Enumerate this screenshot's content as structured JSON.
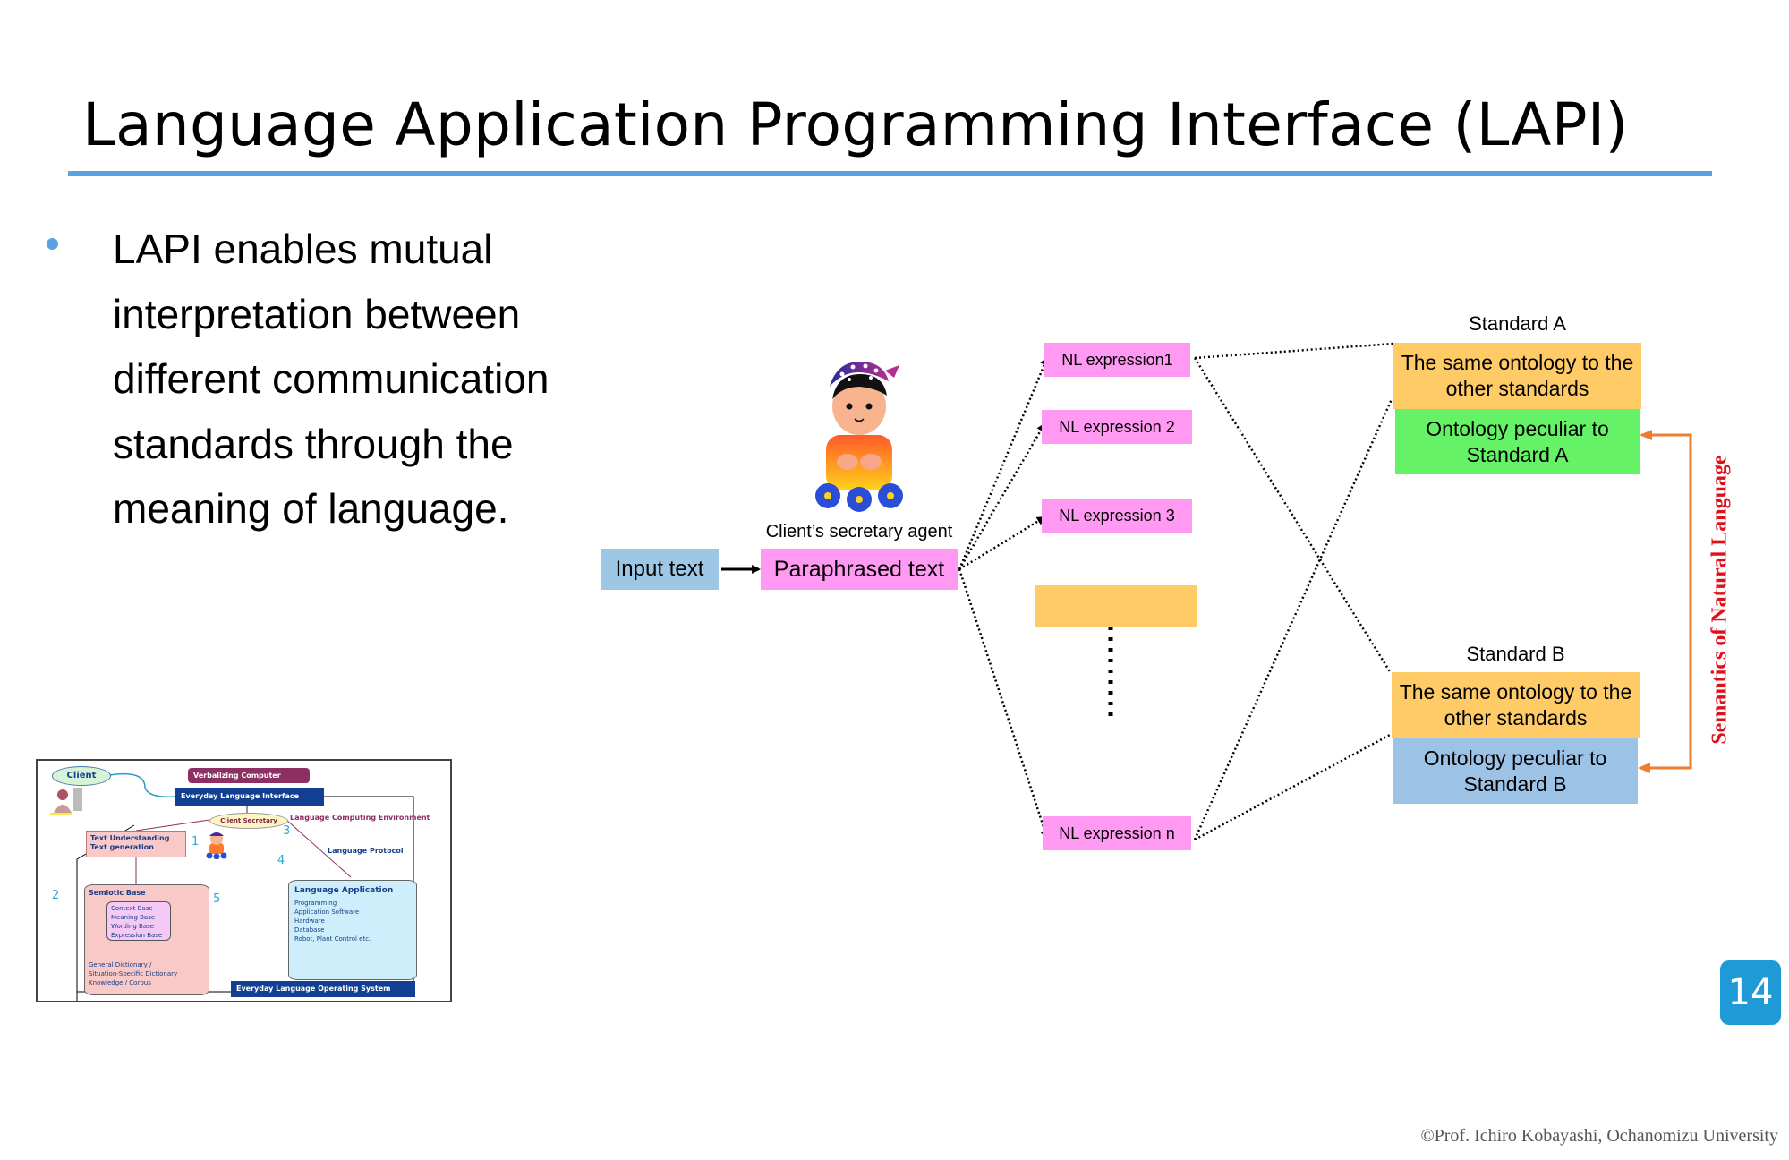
{
  "slide": {
    "title": "Language Application Programming Interface (LAPI)",
    "bullet": "LAPI enables mutual interpretation between different communication standards through the meaning of language.",
    "page_number": "14",
    "copyright": "©Prof. Ichiro Kobayashi, Ochanomizu University",
    "accent_color": "#5ba3e0"
  },
  "diagram": {
    "input_text": "Input text",
    "agent_label": "Client’s secretary agent",
    "paraphrased_text": "Paraphrased text",
    "nl_expressions": [
      "NL expression1",
      "NL expression 2",
      "NL expression 3",
      "NL expression n"
    ],
    "standard_a": {
      "label": "Standard A",
      "same_ontology": "The same ontology to the other standards",
      "peculiar_ontology": "Ontology peculiar to Standard A"
    },
    "standard_b": {
      "label": "Standard B",
      "same_ontology": "The same ontology to the other standards",
      "peculiar_ontology": "Ontology peculiar to Standard B"
    },
    "semantics_label": "Semantics of Natural Language",
    "colors": {
      "input": "#9ec7e6",
      "paraphrased": "#ff99f2",
      "nl": "#ff99f2",
      "same_ontology": "#ffcb66",
      "peculiar_a": "#66f266",
      "peculiar_b": "#9cc2e6",
      "bracket": "#ed7d31",
      "semantics_text": "#e0101a"
    }
  },
  "inset": {
    "client": "Client",
    "verbalizing_computer": "Verbalizing Computer",
    "everyday_language_interface": "Everyday Language Interface",
    "client_secretary": "Client Secretary",
    "language_computing_environment": "Language Computing Environment",
    "text_understanding": "Text Understanding",
    "text_generation": "Text generation",
    "numbers": [
      "1",
      "2",
      "3",
      "4",
      "5"
    ],
    "language_protocol": "Language Protocol",
    "semiotic_base": {
      "title": "Semiotic Base",
      "inner": [
        "Context Base",
        "Meaning Base",
        "Wording Base",
        "Expression Base"
      ],
      "extra": [
        "General Dictionary /",
        "Situation-Specific Dictionary",
        "Knowledge / Corpus"
      ]
    },
    "language_application": {
      "title": "Language Application",
      "items": [
        "Programming",
        "Application Software",
        "Hardware",
        "Database",
        "Robot, Plant Control etc."
      ]
    },
    "everyday_language_os": "Everyday Language Operating System"
  }
}
